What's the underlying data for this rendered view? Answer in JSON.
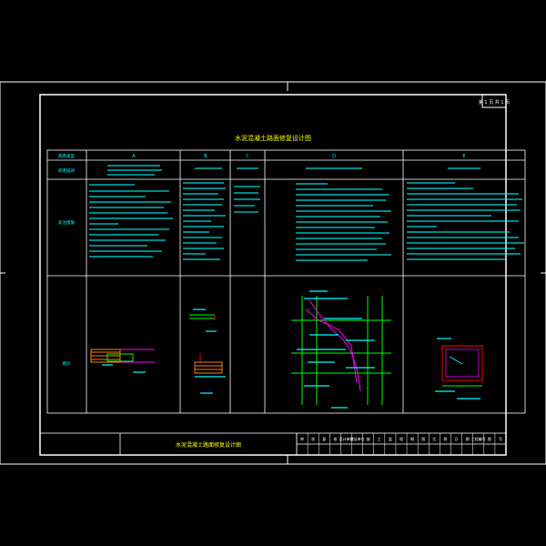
{
  "drawing": {
    "title": "水泥混凝土路面修复设计图",
    "footer_title": "水泥混凝土路面修复设计图",
    "sheet_label": "第 1 页 共 1 页",
    "table": {
      "header_col1": "病害类型",
      "columns": [
        "A",
        "B",
        "C",
        "D",
        "E"
      ],
      "row_labels": [
        "病害描述",
        "处治措施",
        "图示"
      ]
    },
    "footer_fields": [
      "审",
      "核",
      "复",
      "核",
      "设计单位",
      "建设单位",
      "施",
      "工",
      "监",
      "理",
      "制",
      "图",
      "比",
      "例",
      "日",
      "期",
      "工程编号",
      "图",
      "号"
    ]
  },
  "colors": {
    "background": "#000000",
    "frame": "#ffffff",
    "text_cyan": "#00ffff",
    "title_yellow": "#ffff00",
    "draw_green": "#00ff00",
    "draw_magenta": "#ff00ff",
    "draw_red": "#ff0000",
    "draw_orange": "#ff8000"
  }
}
